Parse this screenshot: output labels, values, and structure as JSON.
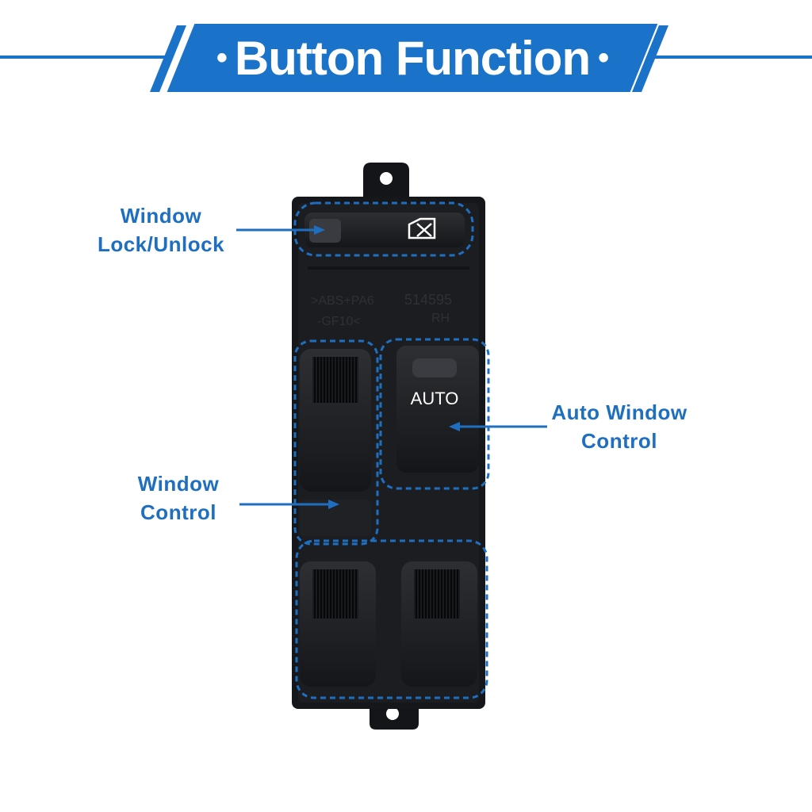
{
  "header": {
    "title": "Button Function",
    "accent_color": "#1a73c8"
  },
  "switch": {
    "mold_text_line1": ">ABS+PA6",
    "mold_text_line2": "-GF10<",
    "part_number": "514595",
    "side": "RH",
    "auto_label": "AUTO",
    "lock_icon": "window-lock-icon"
  },
  "labels": {
    "lock": {
      "line1": "Window",
      "line2": "Lock/Unlock"
    },
    "auto": {
      "line1": "Auto Window",
      "line2": "Control"
    },
    "window": {
      "line1": "Window",
      "line2": "Control"
    }
  }
}
